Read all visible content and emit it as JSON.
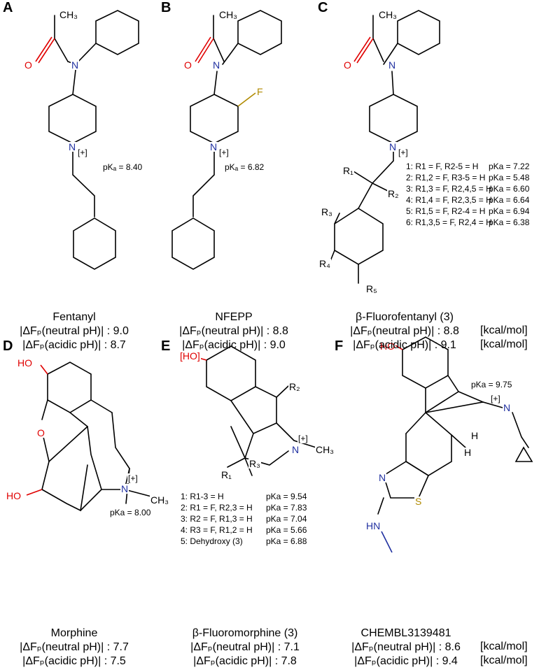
{
  "panels": {
    "A": {
      "letter": "A",
      "name": "Fentanyl",
      "pka": "pKₐ = 8.40",
      "dfp_neutral": "|ΔFₚ(neutral pH)| : 9.0",
      "dfp_acidic": "|ΔFₚ(acidic pH)| : 8.7"
    },
    "B": {
      "letter": "B",
      "name": "NFEPP",
      "pka": "pKₐ = 6.82",
      "dfp_neutral": "|ΔFₚ(neutral pH)| : 8.8",
      "dfp_acidic": "|ΔFₚ(acidic pH)| : 9.0"
    },
    "C": {
      "letter": "C",
      "name": "β-Fluorofentanyl (3)",
      "dfp_neutral": "|ΔFₚ(neutral pH)| : 8.8",
      "dfp_acidic": "|ΔFₚ(acidic pH)| : 9.1",
      "unit": "[kcal/mol]",
      "table": [
        {
          "sub": "1: R1 = F, R2-5 = H",
          "pka": "pKa = 7.22"
        },
        {
          "sub": "2: R1,2 = F, R3-5 = H",
          "pka": "pKa = 5.48"
        },
        {
          "sub": "3: R1,3 = F, R2,4,5 = H",
          "pka": "pKa = 6.60"
        },
        {
          "sub": "4: R1,4 = F, R2,3,5 = H",
          "pka": "pKa = 6.64"
        },
        {
          "sub": "5: R1,5 = F, R2-4 = H",
          "pka": "pKa = 6.94"
        },
        {
          "sub": "6: R1,3,5 = F, R2,4 = H",
          "pka": "pKa = 6.38"
        }
      ]
    },
    "D": {
      "letter": "D",
      "name": "Morphine",
      "pka": "pKa = 8.00",
      "dfp_neutral": "|ΔFₚ(neutral pH)| : 7.7",
      "dfp_acidic": "|ΔFₚ(acidic pH)| : 7.5"
    },
    "E": {
      "letter": "E",
      "name": "β-Fluoromorphine (3)",
      "dfp_neutral": "|ΔFₚ(neutral pH)| : 7.1",
      "dfp_acidic": "|ΔFₚ(acidic pH)| : 7.8",
      "table": [
        {
          "sub": "1: R1-3 = H",
          "pka": "pKa = 9.54"
        },
        {
          "sub": "2: R1 = F, R2,3 = H",
          "pka": "pKa = 7.83"
        },
        {
          "sub": "3: R2 = F, R1,3 = H",
          "pka": "pKa = 7.04"
        },
        {
          "sub": "4: R3 = F, R1,2 = H",
          "pka": "pKa = 5.66"
        },
        {
          "sub": "5: Dehydroxy (3)",
          "pka": "pKa = 6.88"
        }
      ]
    },
    "F": {
      "letter": "F",
      "name": "CHEMBL3139481",
      "pka": "pKa = 9.75",
      "dfp_neutral": "|ΔFₚ(neutral pH)| : 8.6",
      "dfp_acidic": "|ΔFₚ(acidic pH)| : 9.4",
      "unit": "[kcal/mol]"
    }
  },
  "atoms": {
    "ch3": "CH₃",
    "o": "O",
    "n": "N",
    "f": "F",
    "plus": "[+]",
    "ho": "HO",
    "h": "H",
    "s": "S",
    "hn": "HN",
    "r1": "R₁",
    "r2": "R₂",
    "r3": "R₃",
    "r4": "R₄",
    "r5": "R₅",
    "hobr": "[HO]"
  }
}
